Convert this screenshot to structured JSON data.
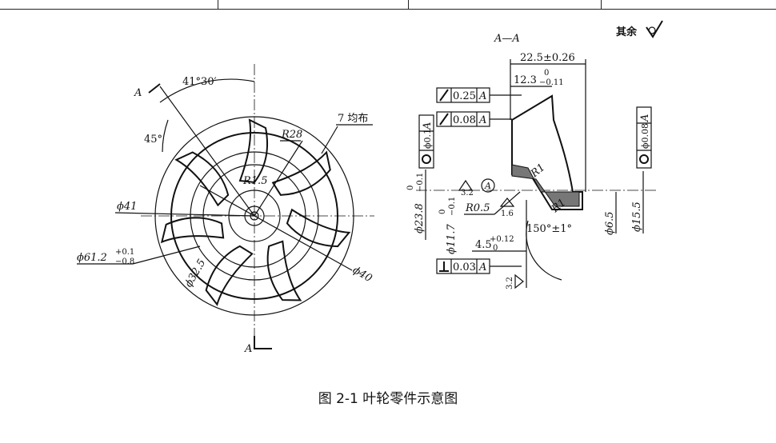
{
  "caption": "图 2-1 叶轮零件示意图",
  "section_title": "A—A",
  "roughness_note": "其余",
  "front_view": {
    "angle_41": "41°30′",
    "angle_45": "45°",
    "r28": "R28",
    "r15": "R1.5",
    "blades": "7 均布",
    "d41": "ϕ41",
    "d612": "ϕ61.2",
    "d612_tol_up": "+0.1",
    "d612_tol_dn": "−0.8",
    "d325": "ϕ32.5",
    "d40": "ϕ40",
    "sec_a": "A",
    "sec_a2": "A"
  },
  "section_view": {
    "len_225": "22.5±0.26",
    "len_123": "12.3",
    "len_123_tol_up": "0",
    "len_123_tol_dn": "−0.11",
    "fc1": {
      "value": "0.25",
      "datum": "A"
    },
    "fc2": {
      "value": "0.08",
      "datum": "A"
    },
    "fc3": {
      "value": "ϕ0.1",
      "datum": "A"
    },
    "fc4": {
      "value": "ϕ0.08",
      "datum": "A"
    },
    "fc5": {
      "value": "0.03",
      "datum": "A"
    },
    "d238": "ϕ23.8",
    "d238_tol_up": "0",
    "d238_tol_dn": "−0.1",
    "d117": "ϕ11.7",
    "d117_tol_up": "0",
    "d117_tol_dn": "−0.1",
    "r05": "R0.5",
    "r1a": "R1",
    "r1b": "R1",
    "rough32a": "3.2",
    "rough16": "1.6",
    "rough32b": "3.2",
    "datum_a": "A",
    "angle_150": "150°±1°",
    "d65": "ϕ6.5",
    "d155": "ϕ15.5",
    "len_45": "4.5",
    "len_45_tol_up": "+0.12",
    "len_45_tol_dn": "0"
  }
}
